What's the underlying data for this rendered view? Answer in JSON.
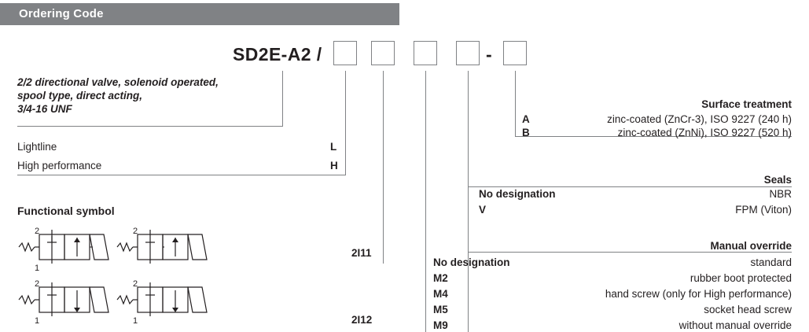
{
  "header": {
    "title": "Ordering Code"
  },
  "code": {
    "root": "SD2E-A2 /",
    "dash": "-"
  },
  "description": {
    "line1": "2/2 directional valve, solenoid operated,",
    "line2": "spool type, direct acting,",
    "line3": "3/4-16 UNF"
  },
  "performance": {
    "rows": [
      {
        "label": "Lightline",
        "code": "L"
      },
      {
        "label": "High performance",
        "code": "H"
      }
    ]
  },
  "functional_symbol": {
    "title": "Functional symbol",
    "port_top": "2",
    "port_bottom": "1",
    "codes": [
      "2I11",
      "2I12"
    ]
  },
  "surface_treatment": {
    "title": "Surface treatment",
    "rows": [
      {
        "code": "A",
        "text": "zinc-coated (ZnCr-3), ISO 9227 (240 h)"
      },
      {
        "code": "B",
        "text": "zinc-coated (ZnNi), ISO 9227 (520 h)"
      }
    ]
  },
  "seals": {
    "title": "Seals",
    "rows": [
      {
        "code": "No designation",
        "text": "NBR"
      },
      {
        "code": "V",
        "text": "FPM (Viton)"
      }
    ]
  },
  "manual_override": {
    "title": "Manual override",
    "rows": [
      {
        "code": "No designation",
        "text": "standard"
      },
      {
        "code": "M2",
        "text": "rubber boot protected"
      },
      {
        "code": "M4",
        "text": "hand screw (only for High performance)"
      },
      {
        "code": "M5",
        "text": "socket head screw"
      },
      {
        "code": "M9",
        "text": "without manual override"
      }
    ]
  },
  "colors": {
    "header_bg": "#808285",
    "header_text": "#ffffff",
    "line": "#808285",
    "text": "#231f20"
  }
}
